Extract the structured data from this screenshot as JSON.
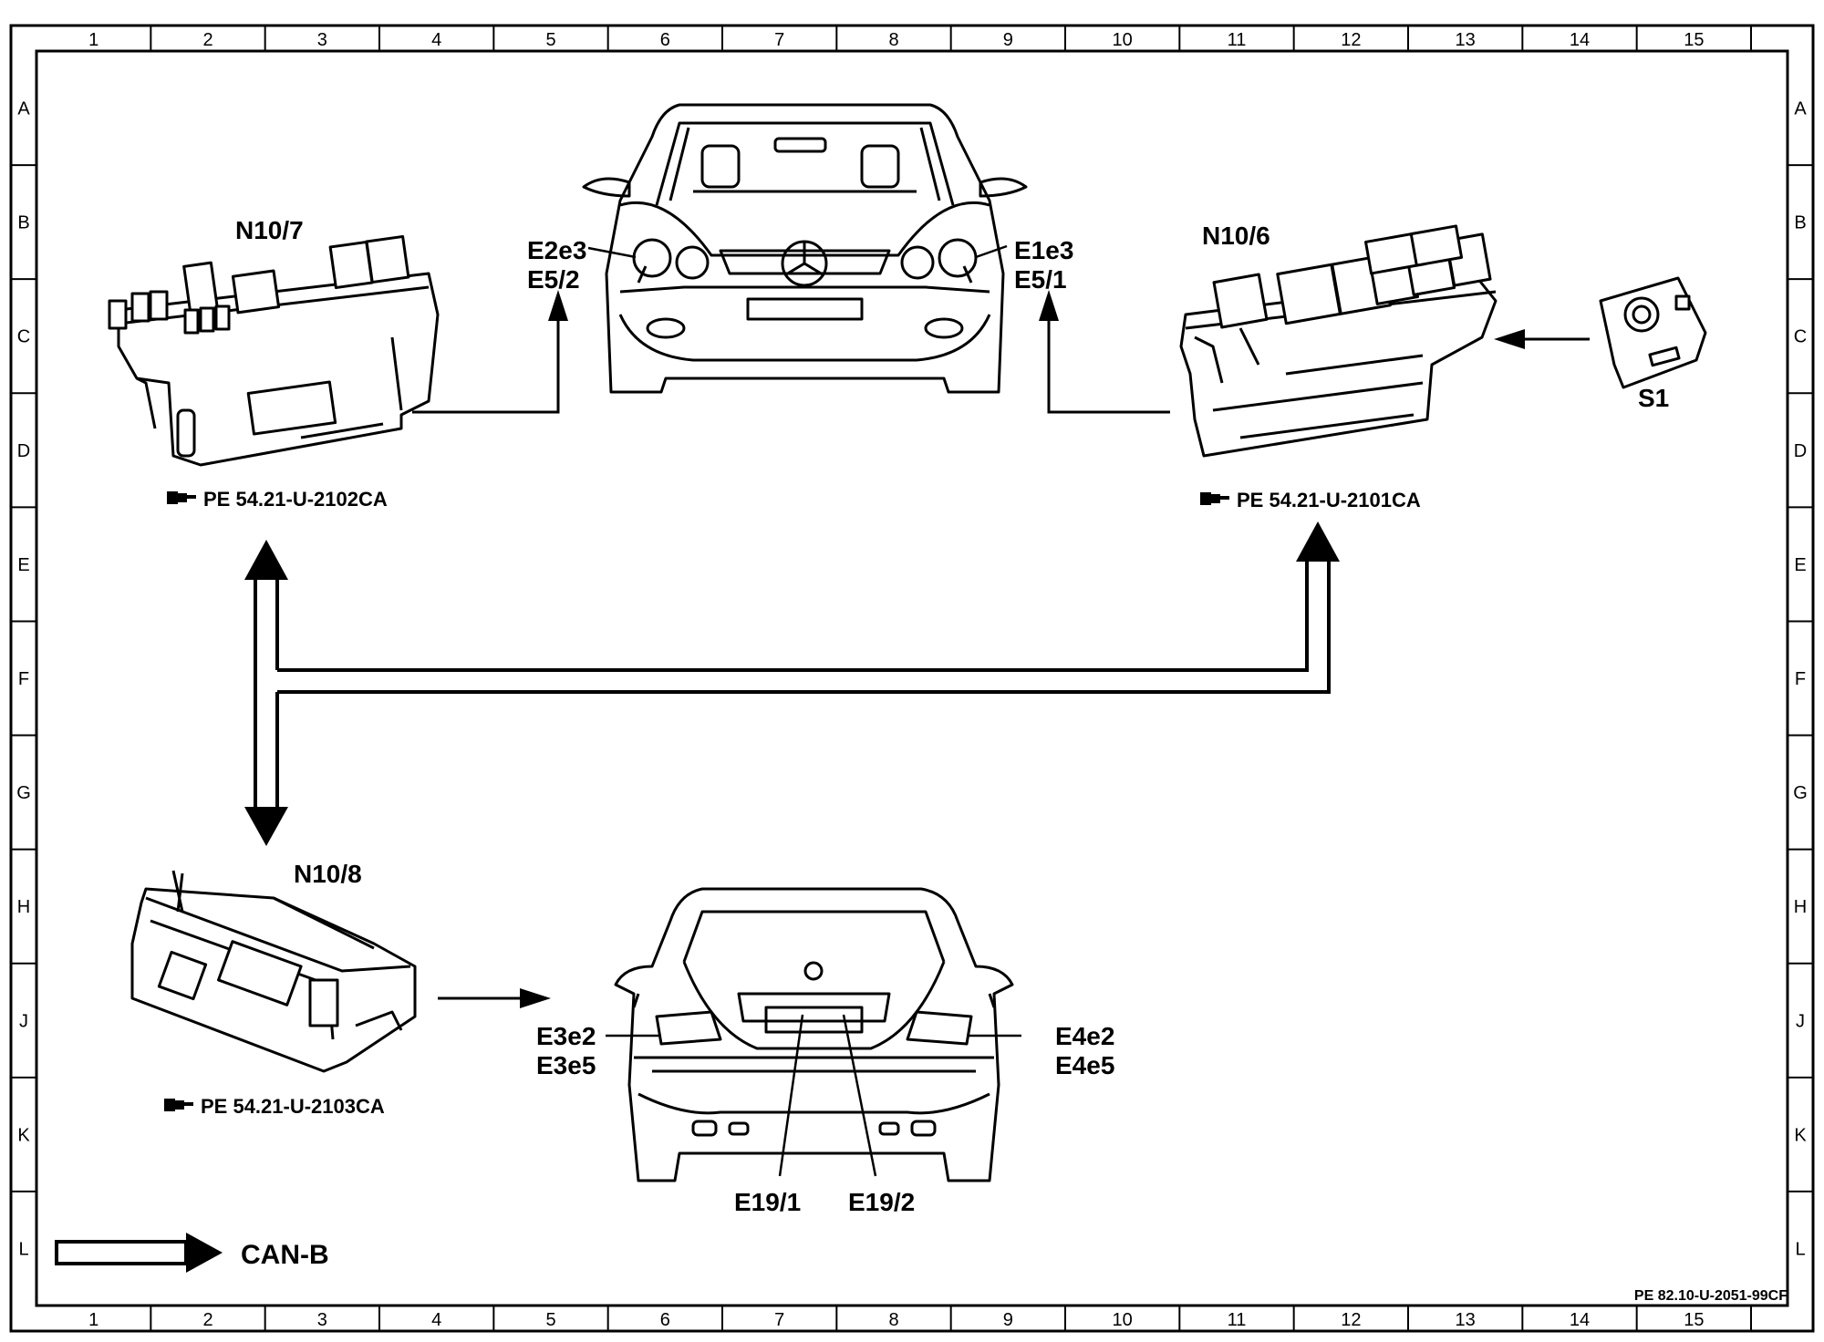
{
  "frame": {
    "columns": [
      "1",
      "2",
      "3",
      "4",
      "5",
      "6",
      "7",
      "8",
      "9",
      "10",
      "11",
      "12",
      "13",
      "14",
      "15"
    ],
    "rows": [
      "A",
      "B",
      "C",
      "D",
      "E",
      "F",
      "G",
      "H",
      "J",
      "K",
      "L"
    ]
  },
  "modules": {
    "n10_7": {
      "label": "N10/7",
      "ref": "PE  54.21-U-2102CA"
    },
    "n10_6": {
      "label": "N10/6",
      "ref": "PE  54.21-U-2101CA"
    },
    "n10_8": {
      "label": "N10/8",
      "ref": "PE  54.21-U-2103CA"
    },
    "s1": {
      "label": "S1"
    }
  },
  "front_car": {
    "left_labels": [
      "E2e3",
      "E5/2"
    ],
    "right_labels": [
      "E1e3",
      "E5/1"
    ]
  },
  "rear_car": {
    "left_labels": [
      "E3e2",
      "E3e5"
    ],
    "right_labels": [
      "E4e2",
      "E4e5"
    ],
    "bottom_left": "E19/1",
    "bottom_right": "E19/2"
  },
  "legend": {
    "can_label": "CAN-B"
  },
  "doc_ref": "PE 82.10-U-2051-99CF",
  "icons": {
    "reference": "pointing-hand-icon"
  }
}
